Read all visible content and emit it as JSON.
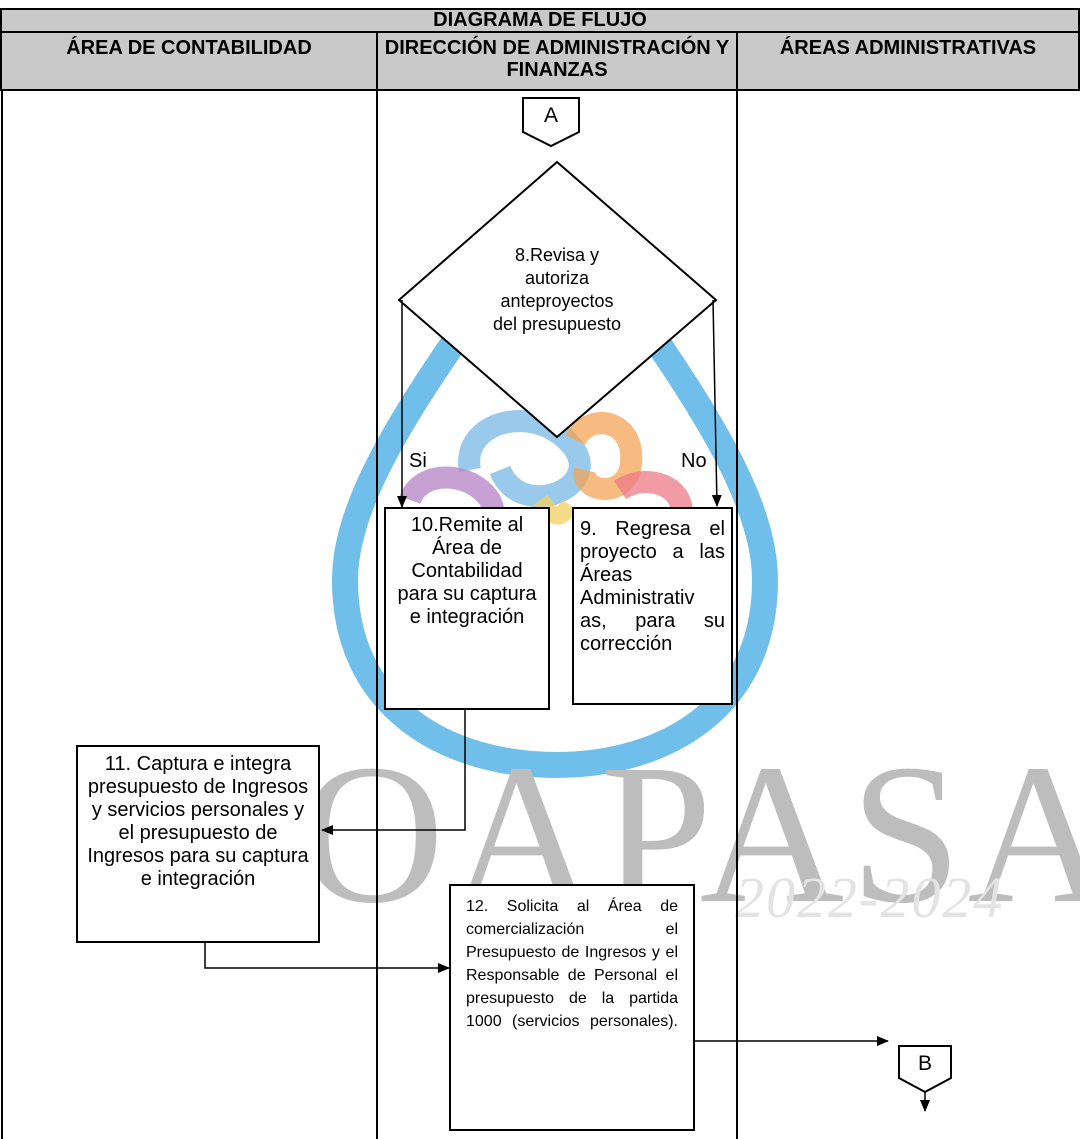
{
  "header": {
    "title": "DIAGRAMA DE FLUJO",
    "lanes": [
      "ÁREA DE CONTABILIDAD",
      "DIRECCIÓN DE ADMINISTRACIÓN Y FINANZAS",
      "ÁREAS ADMINISTRATIVAS"
    ]
  },
  "watermark": {
    "text": "OAPASA",
    "year": "2022-2024",
    "colors": [
      "#3fa4dd",
      "#8fc3e6",
      "#b07bc0",
      "#f2a24b",
      "#e8707d"
    ]
  },
  "connectors": {
    "start": "A",
    "end": "B"
  },
  "decision": {
    "text": "8.Revisa y autoriza anteproyectos del presupuesto",
    "yes": "Si",
    "no": "No"
  },
  "steps": {
    "s9": "9. Regresa el proyecto a las Áreas Administrativ as, para su corrección",
    "s10": "10.Remite al Área de Contabilidad para su captura e integración",
    "s11": "11. Captura e integra presupuesto de Ingresos y servicios personales y el presupuesto de Ingresos para su captura e integración",
    "s12": "12. Solicita al Área de comercialización el Presupuesto de Ingresos y el Responsable de Personal el presupuesto de la partida 1000 (servicios personales)."
  }
}
